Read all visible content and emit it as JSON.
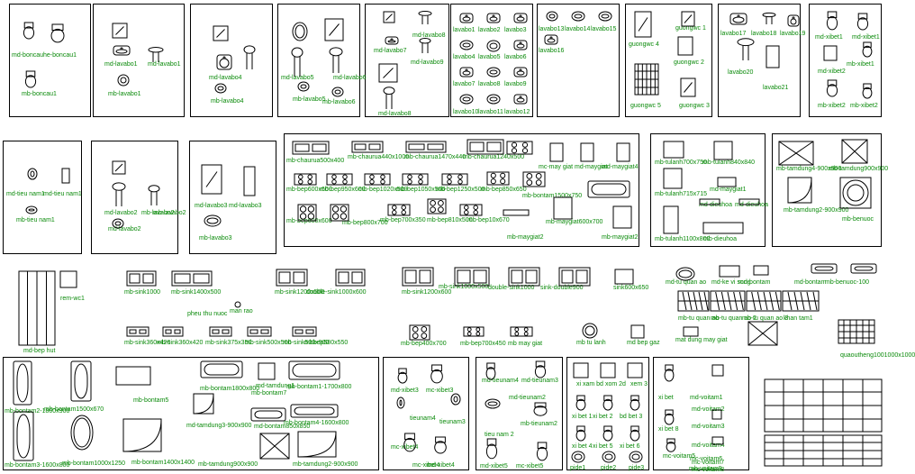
{
  "drawing": {
    "panels": [
      {
        "id": "p1",
        "labels": [
          "md-boncauhe-boncau1",
          "mb-boncau1"
        ]
      },
      {
        "id": "p2",
        "labels": [
          "md-lavabo1",
          "mb-lavabo1",
          "md-lavabo1"
        ]
      },
      {
        "id": "p3",
        "labels": [
          "md-lavabo4",
          "mb-lavabo4"
        ]
      },
      {
        "id": "p4",
        "labels": [
          "md-lavabo5",
          "md-lavabo6",
          "mb-lavabo5",
          "mb-lavabo6"
        ]
      },
      {
        "id": "p5",
        "labels": [
          "md-lavabo7",
          "md-lavabo8",
          "md-lavabo9",
          "md-lavabo8"
        ]
      },
      {
        "id": "p6",
        "labels": [
          "lavabo1",
          "lavabo2",
          "lavabo3",
          "lavabo4",
          "lavabo5",
          "lavabo6",
          "lavabo7",
          "lavabo8",
          "lavabo9",
          "lavabo10",
          "lavabo11",
          "lavabo12"
        ]
      },
      {
        "id": "p7",
        "labels": [
          "lavabo13",
          "lavabo14",
          "lavabo15",
          "lavabo16"
        ]
      },
      {
        "id": "p8",
        "labels": [
          "guongwc 4",
          "guongwc 1",
          "guongwc 2",
          "guongwc 5",
          "guongwc 3"
        ]
      },
      {
        "id": "p9",
        "labels": [
          "lavabo17",
          "lavabo18",
          "lavabo19",
          "lavabo20",
          "lavabo21"
        ]
      },
      {
        "id": "p10",
        "labels": [
          "md-xibet1",
          "md-xibet1",
          "md-xibet2",
          "mb-xibet1",
          "mb-xibet2",
          "mb-xibet2"
        ]
      },
      {
        "id": "p11",
        "labels": [
          "md-tieu nam1",
          "md-tieu nam1",
          "mb-tieu nam1"
        ]
      },
      {
        "id": "p12",
        "labels": [
          "md-lavabo2",
          "mb-lavabo2",
          "md-lavabo2",
          "mb-lavabo2"
        ]
      },
      {
        "id": "p13",
        "labels": [
          "md-lavabo3",
          "md-lavabo3",
          "mb-lavabo3"
        ]
      },
      {
        "id": "p14",
        "labels": [
          "mb-chaurua500x400",
          "mb-chaurua440x1000",
          "mb-chaurua1470x440",
          "mb-chaurua1240x500",
          "mc-may giat",
          "md-maygiat",
          "md-maygiat4",
          "mb-bep600x600",
          "mb-bep950x600",
          "mb-bep1020x500",
          "mb-bep1050x500",
          "mb-bep1250x500",
          "mb-bep850x650",
          "mb-bontam1500x750",
          "mb-bep600x600",
          "mb-bep800x700",
          "mb-bep700x350",
          "mb-bep810x500",
          "mb-bep10x670",
          "mb-maygiat2",
          "mb-maygiat2",
          "mb-maygiat600x700"
        ]
      },
      {
        "id": "p15",
        "labels": [
          "mb-tulanh700x750",
          "mb-tulanh840x840",
          "mb-tulanh715x715",
          "md-maygiat1",
          "md-dieuhoa",
          "md-dieuhoa",
          "mb-tulanh1100x800",
          "mb-dieuhoa"
        ]
      },
      {
        "id": "p16",
        "labels": [
          "mb-tamdung4-900x900",
          "mb-tamdung900x900",
          "mb-tamdung2-900x900",
          "mb-benuoc"
        ]
      }
    ],
    "loose_labels": [
      "mb-sink1000",
      "mb-sink1400x500",
      "mb-sink1200x500",
      "double-sink1000x600",
      "mb-sink1200x600",
      "mb-sink1000x500",
      "double-sink1000",
      "sink-double900",
      "sink600x650",
      "pheu thu nuoc",
      "man rao",
      "mb-sink360x420",
      "mb-sink360x420",
      "mb-sink375x350",
      "mb-sink500x500",
      "mb-sink500x900",
      "mbbep580x550",
      "mb-bep400x700",
      "mb-bep700x450",
      "mb may giat",
      "mb tu lanh",
      "md bep gaz",
      "mat dung may giat",
      "md-tu quan ao",
      "mb-tu quan ao",
      "mb-tu quan ao 2",
      "mb-tu quan ao 3",
      "khan tam1",
      "rem-wc1",
      "md-bep hut",
      "md-ke vi song",
      "md-bontam",
      "md-bontam",
      "mb-benuoc-100",
      "quaoutheng1001000x1000"
    ],
    "panel_b": [
      {
        "id": "b1",
        "labels": [
          "mb-bontam2-1800x900",
          "mb-bontam1500x670",
          "mb-bontam1000x1250",
          "mb-bontam3-1600x800",
          "mb-bontam5",
          "mb-bontam1800x800",
          "mb-bontam7",
          "mb-bontam1-1700x800",
          "md-tamdung3-900x900",
          "md-bontam850x850",
          "mb-bontam4-1600x800",
          "mb-tamdung900x900",
          "mb-bontam1400x1400",
          "mb-tamdung2-900x900",
          "md-tamdung1"
        ]
      },
      {
        "id": "b2",
        "labels": [
          "md-xibet3",
          "mc-xibet3",
          "tieunam4",
          "tieunam3",
          "mc-xibet4",
          "mc-xibet4",
          "md-xibet4"
        ]
      },
      {
        "id": "b3",
        "labels": [
          "md-tieunam4",
          "md-tieunam3",
          "md-tieunam2",
          "mb-tieunam2",
          "tieu nam 2",
          "md-xibet5",
          "mc-xibet5"
        ]
      },
      {
        "id": "b4",
        "labels": [
          "xi xam bd",
          "xom 2d",
          "xem 3",
          "xi bet 1",
          "xi bet 2",
          "bd bet 3",
          "xi bet 4",
          "xi bet 5",
          "xi bet 6",
          "pide1",
          "pide2",
          "pide3"
        ]
      },
      {
        "id": "b5",
        "labels": [
          "xi bet",
          "md-voitam1",
          "md-voitam2",
          "md-voitam3",
          "md-voitam4",
          "xi bet 8",
          "mc-voitam5",
          "mc-voitam6",
          "mc-voitam7",
          "mc-voitam8",
          "mb-voitam9"
        ]
      }
    ]
  }
}
